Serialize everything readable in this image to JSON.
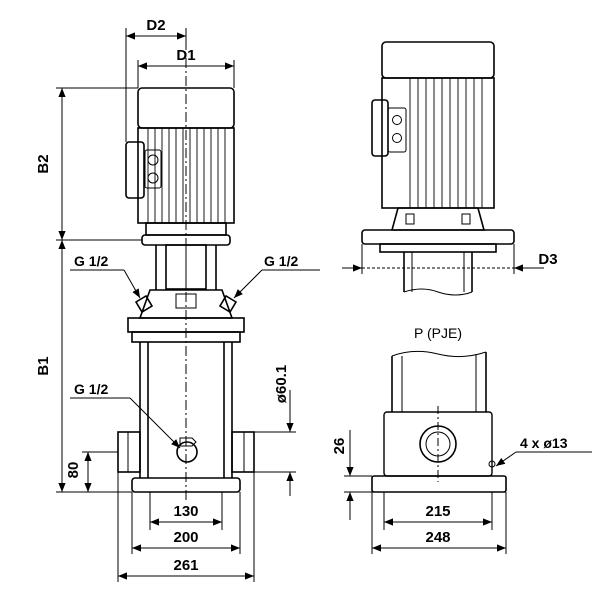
{
  "diagram": {
    "labels": {
      "d2": "D2",
      "d1": "D1",
      "b2": "B2",
      "b1": "B1",
      "g_left": "G 1/2",
      "g_right": "G 1/2",
      "g_drain": "G 1/2",
      "d3": "D3",
      "bore": "ø60.1",
      "base_height": "80",
      "dim_130": "130",
      "dim_200": "200",
      "dim_261": "261",
      "dim_215": "215",
      "dim_248": "248",
      "flange_height": "26",
      "holes": "4 x ø13",
      "base_view_title": "P (PJE)"
    }
  }
}
